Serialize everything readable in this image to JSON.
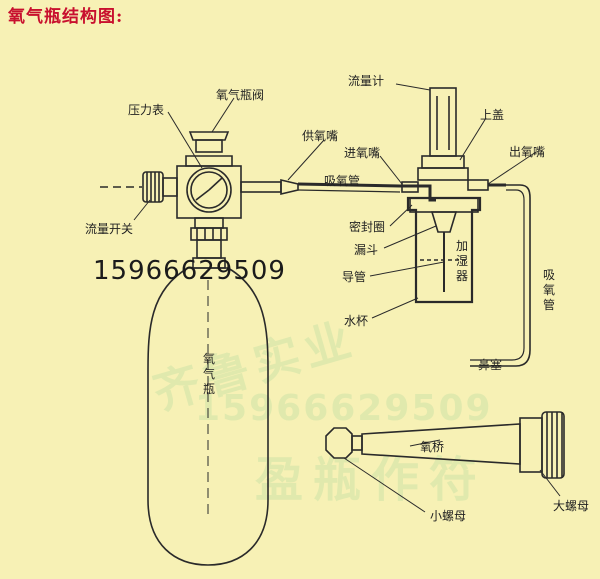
{
  "title": "氧气瓶结构图:",
  "phone": "15966629509",
  "watermark": {
    "line1": "齐鲁实业",
    "phone": "15966629509",
    "line2": "盈瓶作符"
  },
  "labels": {
    "pressure_gauge": "压力表",
    "cylinder_valve": "氧气瓶阀",
    "supply_nozzle": "供氧嘴",
    "flow_meter": "流量计",
    "top_cover": "上盖",
    "inlet_nozzle": "进氧嘴",
    "outlet_nozzle": "出氧嘴",
    "oxygen_tube": "吸氧管",
    "flow_switch": "流量开关",
    "seal_ring": "密封圈",
    "funnel": "漏斗",
    "humidifier": "加湿器",
    "suction_tube": "吸氧管",
    "guide_tube": "导管",
    "water_cup": "水杯",
    "nasal_plug": "鼻塞",
    "oxygen_bottle": "氧气瓶",
    "oxygen_bridge": "氧桥",
    "small_nut": "小螺母",
    "large_nut": "大螺母"
  },
  "colors": {
    "background": "#f7f1b5",
    "title": "#c8102e",
    "line": "#2a2a2a",
    "watermark": "#cfe3a8"
  }
}
